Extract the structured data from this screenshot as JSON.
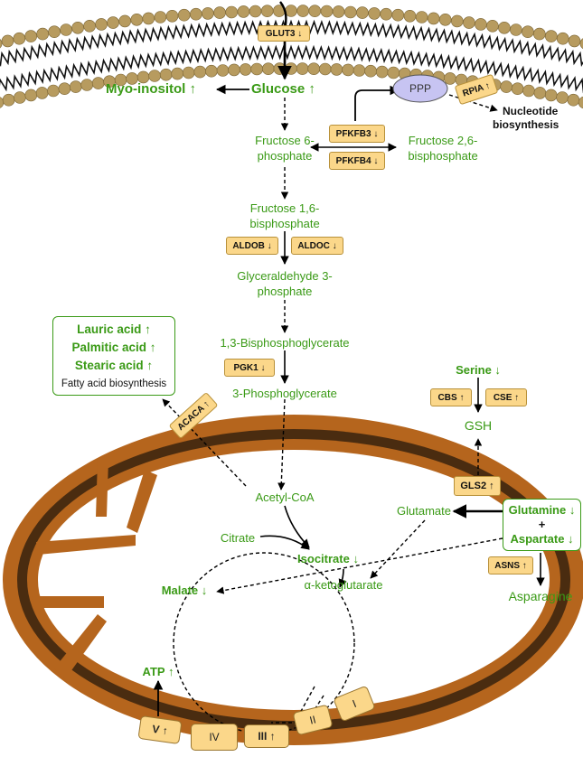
{
  "colors": {
    "metabolite": "#3a9a16",
    "enzyme_fill": "#fbd78a",
    "membrane_bead": "#b79b5f",
    "mito_outer": "#b5651d",
    "mito_inner": "#4a2c10",
    "ppp_fill": "#c7c4f2"
  },
  "membrane": {
    "transporter": "GLUT3 ↓"
  },
  "metabolites": {
    "myo_inositol": "Myo-inositol ↑",
    "glucose": "Glucose ↑",
    "f6p_line1": "Fructose 6-",
    "f6p_line2": "phosphate",
    "f26bp_line1": "Fructose 2,6-",
    "f26bp_line2": "bisphosphate",
    "f16bp_line1": "Fructose 1,6-",
    "f16bp_line2": "bisphosphate",
    "g3p_line1": "Glyceraldehyde 3-",
    "g3p_line2": "phosphate",
    "bpg": "1,3-Bisphosphoglycerate",
    "pg3": "3-Phosphoglycerate",
    "acetyl_coa": "Acetyl-CoA",
    "citrate": "Citrate",
    "isocitrate": "Isocitrate ↓",
    "malate": "Malate ↓",
    "akg": "α-ketoglutarate",
    "glutamate": "Glutamate",
    "glutamine": "Glutamine ↓",
    "plus": "+",
    "aspartate": "Aspartate ↓",
    "asparagine": "Asparagine",
    "serine": "Serine ↓",
    "gsh": "GSH",
    "atp": "ATP ↑"
  },
  "pathways": {
    "ppp": "PPP",
    "nucleotide_line1": "Nucleotide",
    "nucleotide_line2": "biosynthesis"
  },
  "fatty_acids": {
    "lauric": "Lauric acid ↑",
    "palmitic": "Palmitic acid ↑",
    "stearic": "Stearic acid ↑",
    "biosynthesis": "Fatty acid biosynthesis"
  },
  "enzymes": {
    "rpia": "RPIA ↑",
    "pfkfb3": "PFKFB3 ↓",
    "pfkfb4": "PFKFB4 ↓",
    "aldob": "ALDOB ↓",
    "aldoc": "ALDOC ↓",
    "pgk1": "PGK1 ↓",
    "acaca": "ACACA ↑",
    "cbs": "CBS ↑",
    "cse": "CSE ↑",
    "gls2": "GLS2 ↑",
    "asns": "ASNS ↑"
  },
  "complexes": {
    "v": "V ↑",
    "iv": "IV",
    "iii": "III ↑",
    "ii": "II",
    "i": "I"
  }
}
